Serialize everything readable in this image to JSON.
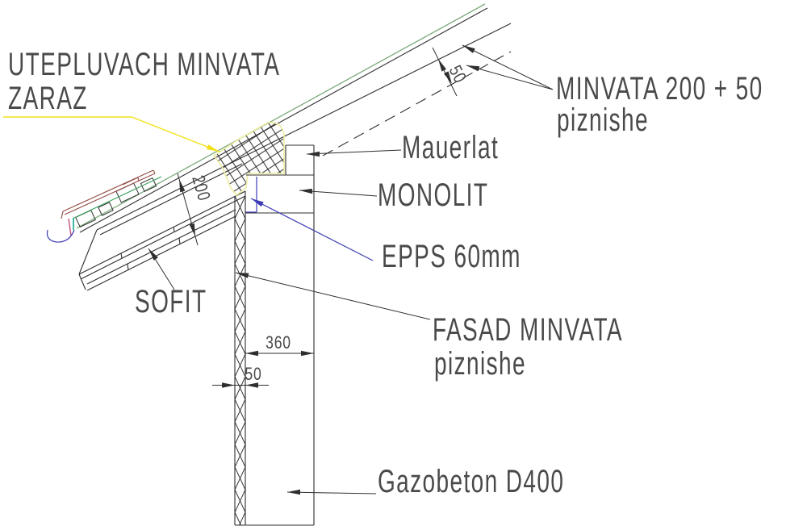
{
  "drawing": {
    "annotations": {
      "uteplyuvach_line1": "UTEPLUVACH MINVATA",
      "uteplyuvach_line2": "ZARAZ",
      "minvata_roof_line1": "MINVATA 200 + 50",
      "minvata_roof_line2": "piznishe",
      "mauerlat": "Mauerlat",
      "monolit": "MONOLIT",
      "epps": "EPPS 60mm",
      "sofit": "SOFIT",
      "fasad_line1": "FASAD MINVATA",
      "fasad_line2": "piznishe",
      "gazobeton": "Gazobeton D400"
    },
    "dimensions": {
      "rafter_insulation_depth": "200",
      "roof_extra_insulation": "50",
      "wall_thickness": "360",
      "fasad_insulation_thickness": "50"
    },
    "colors": {
      "line": "#2f2f2f",
      "text": "#4a4a4a",
      "yellow": "#f2e11c",
      "pale_yellow": "#eeeba0",
      "roof_green": "#7cab7c",
      "eave_green": "#3da25e",
      "teal": "#12a98e",
      "magenta": "#c2527a",
      "blue": "#3c3cb4",
      "brown": "#96524a",
      "background": "#ffffff"
    }
  }
}
